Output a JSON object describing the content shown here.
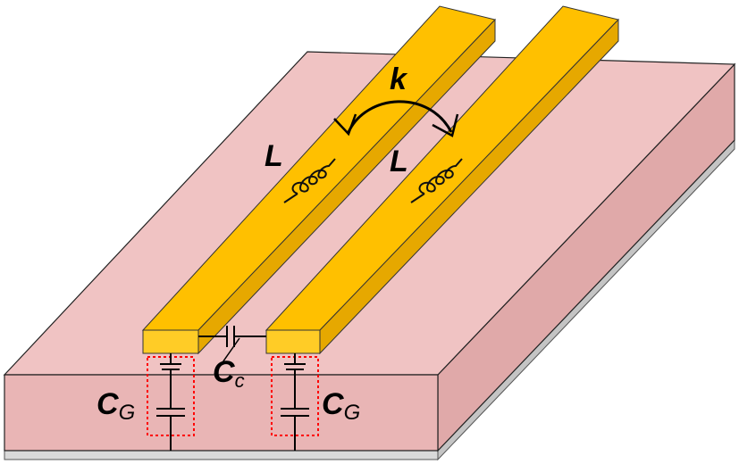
{
  "labels": {
    "mutual_coupling": "k",
    "inductor_left": "L",
    "inductor_right": "L",
    "coupling_cap_main": "C",
    "coupling_cap_sub": "c",
    "ground_cap_left_main": "C",
    "ground_cap_left_sub": "G",
    "ground_cap_right_main": "C",
    "ground_cap_right_sub": "G"
  },
  "colors": {
    "substrate_top": "#f0c3c3",
    "substrate_front": "#e9b5b5",
    "substrate_side": "#e0a9a9",
    "ground_plane": "#d9d9d9",
    "conductor_top": "#ffc000",
    "conductor_front": "#ffcc26",
    "conductor_side": "#e6a800",
    "dotted_box": "#ff0000"
  }
}
